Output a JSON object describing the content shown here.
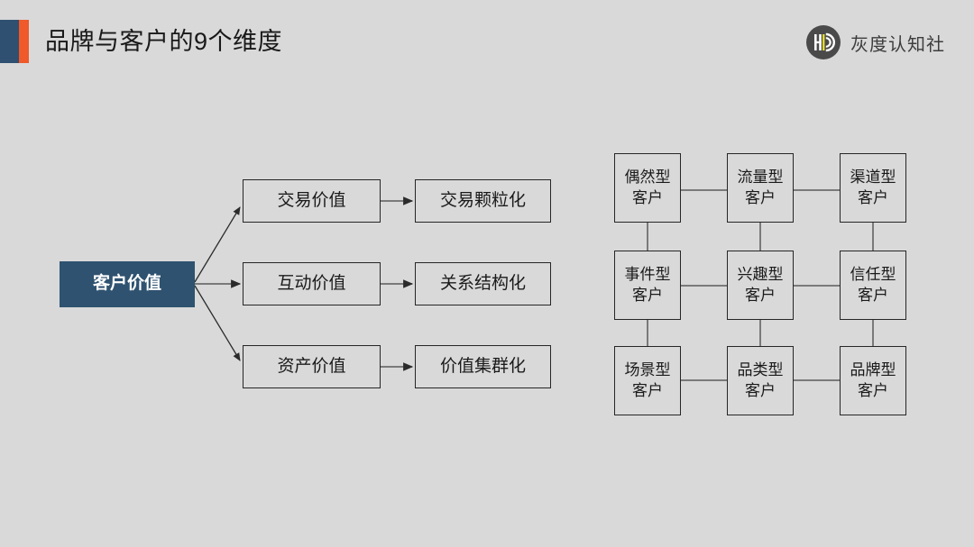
{
  "slide": {
    "background_color": "#d9d9d9",
    "title": "品牌与客户的9个维度"
  },
  "header": {
    "accent_blue_color": "#2f5070",
    "accent_orange_color": "#f0592a",
    "brand": {
      "mark_name": "hd-circle-logo",
      "mark_circle_color": "#4a4a4a",
      "mark_accent_color": "#e8e02a",
      "name": "灰度认知社"
    }
  },
  "left_diagram": {
    "root": {
      "label": "客户价值",
      "fill": "#2f5270",
      "text_color": "#ffffff"
    },
    "level2": [
      {
        "label": "交易价值"
      },
      {
        "label": "互动价值"
      },
      {
        "label": "资产价值"
      }
    ],
    "level3": [
      {
        "label": "交易颗粒化"
      },
      {
        "label": "关系结构化"
      },
      {
        "label": "价值集群化"
      }
    ]
  },
  "right_diagram": {
    "rows": [
      [
        {
          "label": "偶然型\n客户"
        },
        {
          "label": "流量型\n客户"
        },
        {
          "label": "渠道型\n客户"
        }
      ],
      [
        {
          "label": "事件型\n客户"
        },
        {
          "label": "兴趣型\n客户"
        },
        {
          "label": "信任型\n客户"
        }
      ],
      [
        {
          "label": "场景型\n客户"
        },
        {
          "label": "品类型\n客户"
        },
        {
          "label": "品牌型\n客户"
        }
      ]
    ]
  }
}
